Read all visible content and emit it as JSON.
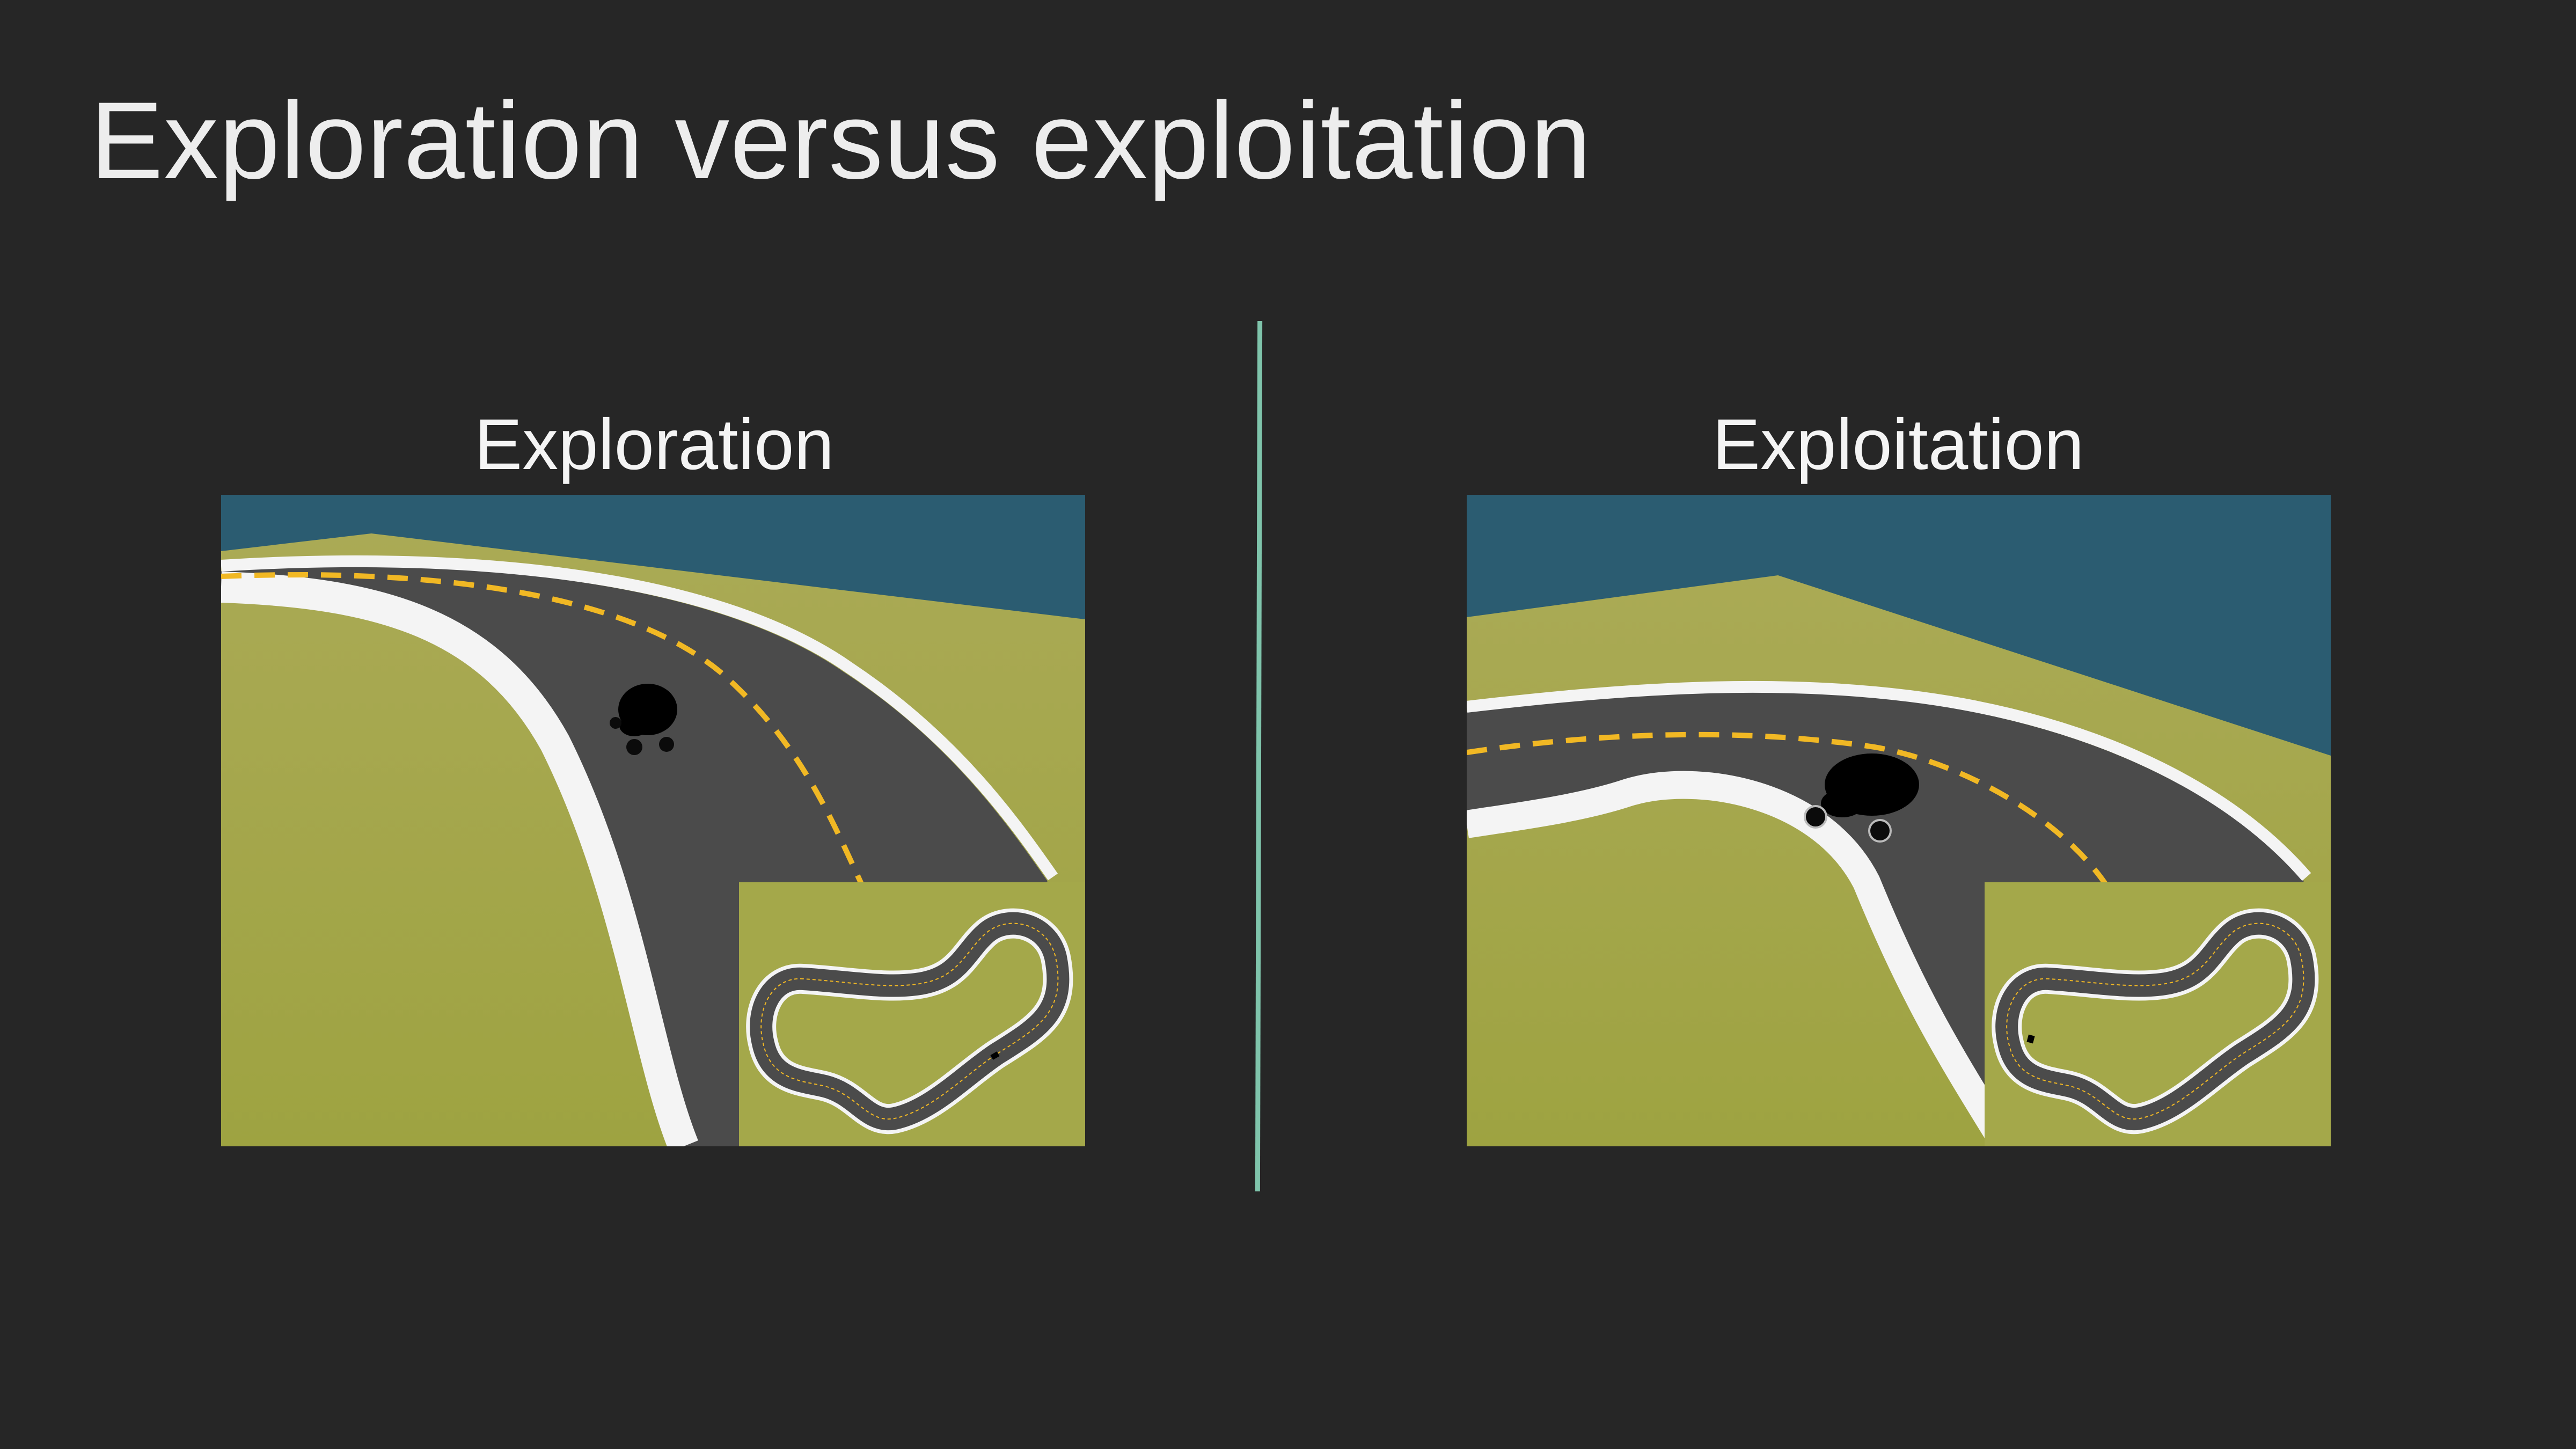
{
  "slide": {
    "title": "Exploration versus exploitation",
    "panels": [
      {
        "heading": "Exploration"
      },
      {
        "heading": "Exploitation"
      }
    ]
  },
  "colors": {
    "background": "#262626",
    "divider": "#7fc4ab",
    "sky": "#2b5c71",
    "grass": "#a4a84a",
    "asphalt": "#4b4b4b",
    "center_line": "#f1b824"
  },
  "icons": {
    "car": "race-car-icon",
    "minimap": "track-minimap"
  }
}
